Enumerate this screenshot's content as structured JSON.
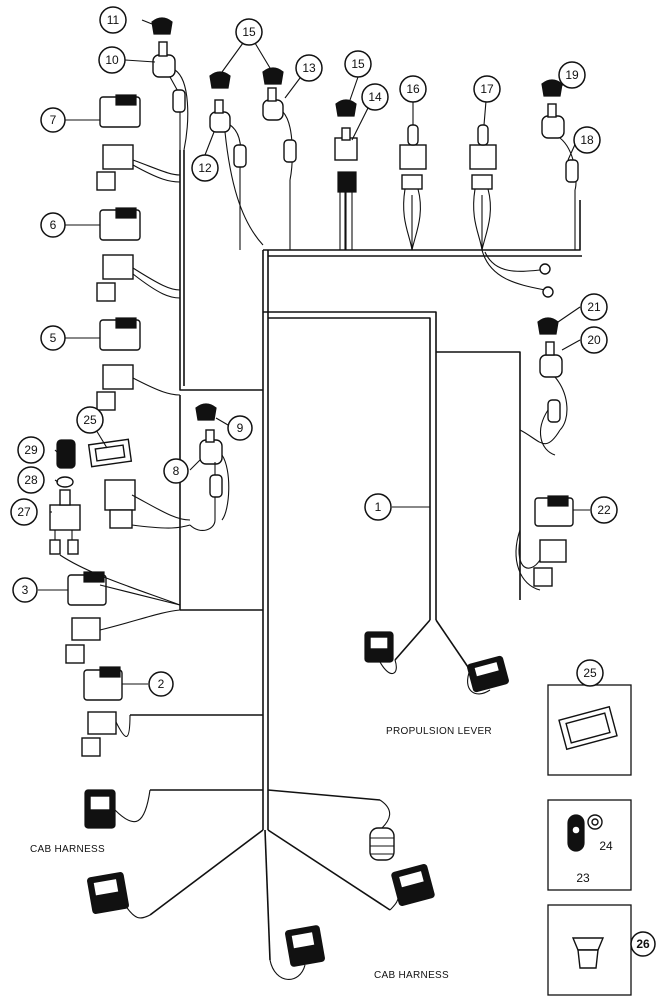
{
  "labels": {
    "propulsion_lever": "PROPULSION LEVER",
    "cab_harness_left": "CAB HARNESS",
    "cab_harness_bottom": "CAB HARNESS"
  },
  "callouts": {
    "c1": "1",
    "c2": "2",
    "c3": "3",
    "c5": "5",
    "c6": "6",
    "c7": "7",
    "c8": "8",
    "c9": "9",
    "c10": "10",
    "c11": "11",
    "c12": "12",
    "c13": "13",
    "c14": "14",
    "c15a": "15",
    "c15b": "15",
    "c16": "16",
    "c17": "17",
    "c18": "18",
    "c19": "19",
    "c20": "20",
    "c21": "21",
    "c22": "22",
    "c23": "23",
    "c24": "24",
    "c25a": "25",
    "c25b": "25",
    "c26": "26",
    "c27": "27",
    "c28": "28",
    "c29": "29"
  }
}
